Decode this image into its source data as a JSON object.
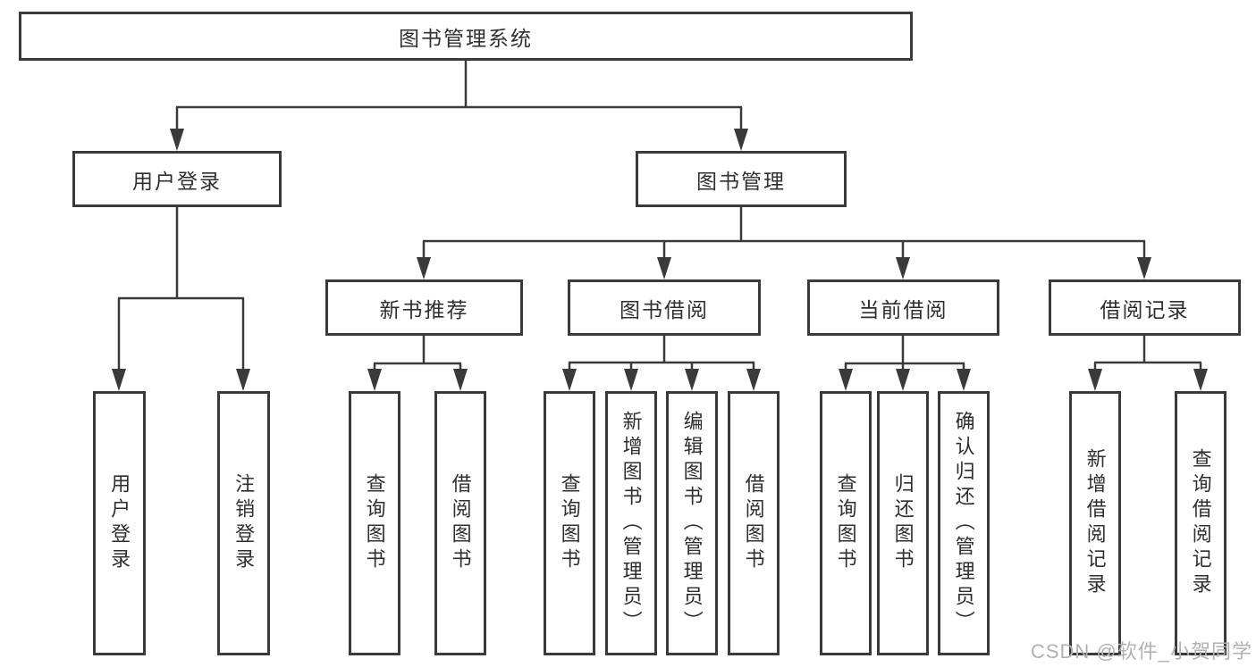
{
  "tree": {
    "root": "图书管理系统",
    "children": [
      {
        "label": "用户登录",
        "children": [
          "用户登录",
          "注销登录"
        ]
      },
      {
        "label": "图书管理",
        "children": [
          {
            "label": "新书推荐",
            "children": [
              "查询图书",
              "借阅图书"
            ]
          },
          {
            "label": "图书借阅",
            "children": [
              "查询图书",
              "新增图书（管理员）",
              "编辑图书（管理员）",
              "借阅图书"
            ]
          },
          {
            "label": "当前借阅",
            "children": [
              "查询图书",
              "归还图书",
              "确认归还（管理员）"
            ]
          },
          {
            "label": "借阅记录",
            "children": [
              "新增借阅记录",
              "查询借阅记录"
            ]
          }
        ]
      }
    ]
  },
  "watermark": "CSDN @软件_小贺同学",
  "colors": {
    "line": "#3a3a3a",
    "box_border": "#3a3a3a",
    "box_fill": "#ffffff",
    "text": "#2f2f2f",
    "watermark": "#b1b1b1",
    "background": "#ffffff"
  }
}
